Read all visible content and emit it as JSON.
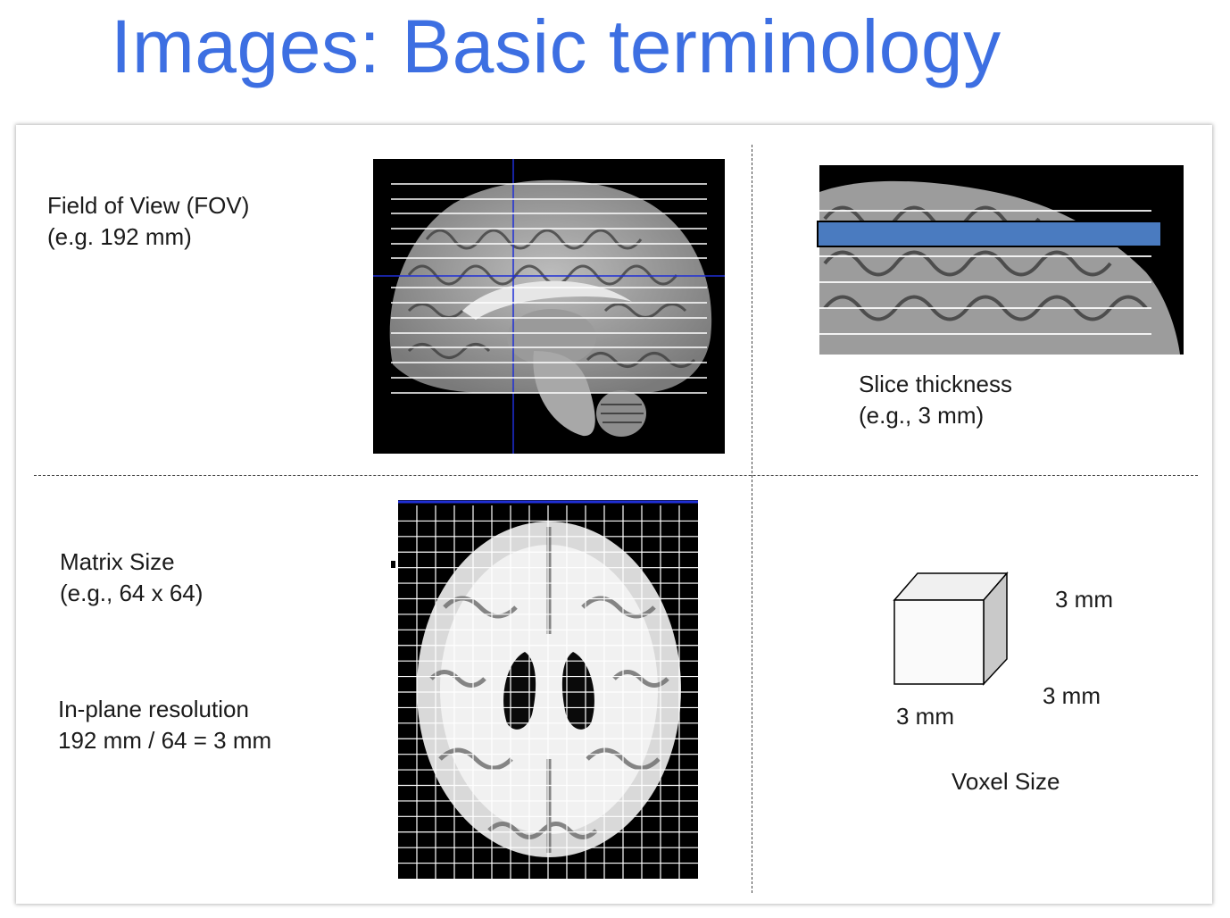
{
  "title": "Images: Basic terminology",
  "fov": {
    "term": "Field of View (FOV)",
    "example": "(e.g. 192 mm)"
  },
  "slice": {
    "term": "Slice thickness",
    "example": "(e.g., 3 mm)"
  },
  "matrix": {
    "term": "Matrix Size",
    "example": "(e.g., 64 x 64)"
  },
  "resolution": {
    "term": "In-plane resolution",
    "formula": "192 mm / 64 = 3 mm"
  },
  "voxel": {
    "dim_top": "3 mm",
    "dim_side": "3 mm",
    "dim_bottom": "3 mm",
    "caption": "Voxel Size"
  },
  "colors": {
    "title": "#3d6fe2",
    "crosshair": "#1f2fd6",
    "slice_highlight": "#4a7bc0"
  },
  "icons": [
    "sagittal-brain-image",
    "zoomed-brain-image",
    "axial-brain-image",
    "voxel-cube-icon"
  ]
}
